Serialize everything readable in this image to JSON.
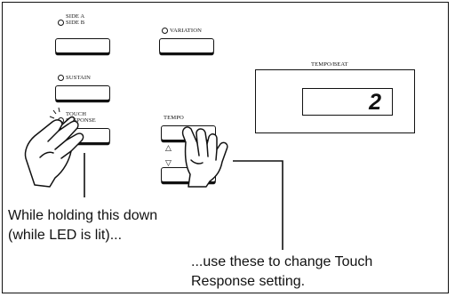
{
  "labels": {
    "side_a": "SIDE A",
    "side_b": "SIDE B",
    "variation": "VARIATION",
    "sustain": "SUSTAIN",
    "touch": "TOUCH",
    "response": "RESPONSE",
    "tempo": "TEMPO",
    "tempo_beat": "TEMPO/BEAT",
    "up_arrow": "△",
    "down_arrow": "▽"
  },
  "display": {
    "value": "2"
  },
  "captions": {
    "left_line1": "While holding this down",
    "left_line2": "(while LED is lit)...",
    "right_line1": "...use these to change Touch",
    "right_line2": "Response setting."
  }
}
